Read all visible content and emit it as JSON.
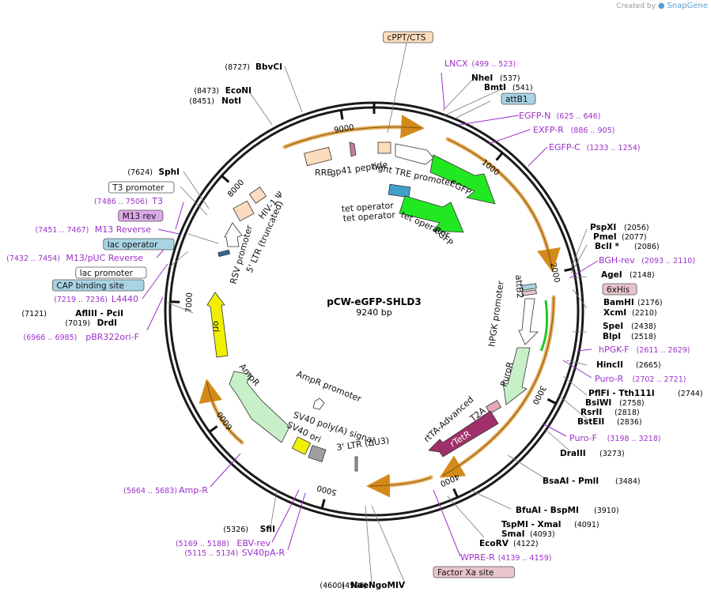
{
  "credit": {
    "prefix": "Created by",
    "brand": "SnapGene"
  },
  "plasmid": {
    "name": "pCW-eGFP-SHLD3",
    "size": "9240 bp"
  },
  "colors": {
    "enzyme": "#000000",
    "primer": "#9b30c8",
    "backbone": "#1a1a1a"
  },
  "ticks": [
    {
      "label": "1000",
      "pos": 1000
    },
    {
      "label": "2000",
      "pos": 2000
    },
    {
      "label": "3000",
      "pos": 3000
    },
    {
      "label": "4000",
      "pos": 4000
    },
    {
      "label": "5000",
      "pos": 5000
    },
    {
      "label": "6000",
      "pos": 6000
    },
    {
      "label": "7000",
      "pos": 7000
    },
    {
      "label": "8000",
      "pos": 8000
    },
    {
      "label": "9000",
      "pos": 9000
    }
  ],
  "right_labels": [
    {
      "kind": "primer",
      "name": "LNCX",
      "range": "(499 .. 523)"
    },
    {
      "kind": "enzyme",
      "name": "NheI",
      "pos": "(537)"
    },
    {
      "kind": "enzyme",
      "name": "BmtI",
      "pos": "(541)"
    },
    {
      "kind": "box",
      "name": "attB1",
      "fill": "#a9d4e4"
    },
    {
      "kind": "primer",
      "name": "EGFP-N",
      "range": "(625 .. 646)"
    },
    {
      "kind": "primer",
      "name": "EXFP-R",
      "range": "(886 .. 905)"
    },
    {
      "kind": "primer",
      "name": "EGFP-C",
      "range": "(1233 .. 1254)"
    },
    {
      "kind": "enzyme",
      "name": "PspXI",
      "pos": "(2056)"
    },
    {
      "kind": "enzyme",
      "name": "PmeI",
      "pos": "(2077)"
    },
    {
      "kind": "enzyme",
      "name": "BclI *",
      "pos": "(2086)"
    },
    {
      "kind": "primer",
      "name": "BGH-rev",
      "range": "(2093 .. 2110)"
    },
    {
      "kind": "enzyme",
      "name": "AgeI",
      "pos": "(2148)"
    },
    {
      "kind": "box",
      "name": "6xHis",
      "fill": "#e8c4cc"
    },
    {
      "kind": "enzyme",
      "name": "BamHI",
      "pos": "(2176)"
    },
    {
      "kind": "enzyme",
      "name": "XcmI",
      "pos": "(2210)"
    },
    {
      "kind": "enzyme",
      "name": "SpeI",
      "pos": "(2438)"
    },
    {
      "kind": "enzyme",
      "name": "BlpI",
      "pos": "(2518)"
    },
    {
      "kind": "primer",
      "name": "hPGK-F",
      "range": "(2611 .. 2629)"
    },
    {
      "kind": "enzyme",
      "name": "HincII",
      "pos": "(2665)"
    },
    {
      "kind": "primer",
      "name": "Puro-R",
      "range": "(2702 .. 2721)"
    },
    {
      "kind": "enzyme",
      "name": "PflFI - Tth111I",
      "pos": "(2744)"
    },
    {
      "kind": "enzyme",
      "name": "BsiWI",
      "pos": "(2758)"
    },
    {
      "kind": "enzyme",
      "name": "RsrII",
      "pos": "(2818)"
    },
    {
      "kind": "enzyme",
      "name": "BstEII",
      "pos": "(2836)"
    },
    {
      "kind": "primer",
      "name": "Puro-F",
      "range": "(3198 .. 3218)"
    },
    {
      "kind": "enzyme",
      "name": "DraIII",
      "pos": "(3273)"
    },
    {
      "kind": "enzyme",
      "name": "BsaAI - PmlI",
      "pos": "(3484)"
    },
    {
      "kind": "enzyme",
      "name": "BfuAI - BspMI",
      "pos": "(3910)"
    },
    {
      "kind": "enzyme",
      "name": "TspMI - XmaI",
      "pos": "(4091)"
    },
    {
      "kind": "enzyme",
      "name": "SmaI",
      "pos": "(4093)"
    },
    {
      "kind": "enzyme",
      "name": "EcoRV",
      "pos": "(4122)"
    },
    {
      "kind": "primer",
      "name": "WPRE-R",
      "range": "(4139 .. 4159)"
    },
    {
      "kind": "box",
      "name": "Factor Xa site",
      "fill": "#e8c4cc"
    }
  ],
  "left_labels": [
    {
      "kind": "box",
      "name": "cPPT/CTS",
      "fill": "#fcdcbc"
    },
    {
      "kind": "enzyme",
      "name": "BbvCI",
      "pos": "(8727)"
    },
    {
      "kind": "enzyme",
      "name": "EcoNI",
      "pos": "(8473)"
    },
    {
      "kind": "enzyme",
      "name": "NotI",
      "pos": "(8451)"
    },
    {
      "kind": "enzyme",
      "name": "SphI",
      "pos": "(7624)"
    },
    {
      "kind": "box",
      "name": "T3 promoter",
      "fill": "#ffffff"
    },
    {
      "kind": "primer",
      "name": "T3",
      "range": "(7486 .. 7506)"
    },
    {
      "kind": "box",
      "name": "M13 rev",
      "fill": "#dca8e8"
    },
    {
      "kind": "primer",
      "name": "M13 Reverse",
      "range": "(7451 .. 7467)"
    },
    {
      "kind": "box",
      "name": "lac operator",
      "fill": "#a9d4e4"
    },
    {
      "kind": "primer",
      "name": "M13/pUC Reverse",
      "range": "(7432 .. 7454)"
    },
    {
      "kind": "box",
      "name": "lac promoter",
      "fill": "#ffffff"
    },
    {
      "kind": "box",
      "name": "CAP binding site",
      "fill": "#a9d4e4"
    },
    {
      "kind": "primer",
      "name": "L4440",
      "range": "(7219 .. 7236)"
    },
    {
      "kind": "enzyme",
      "name": "AflIII - PciI",
      "pos": "(7121)"
    },
    {
      "kind": "enzyme",
      "name": "DrdI",
      "pos": "(7019)"
    },
    {
      "kind": "primer",
      "name": "pBR322ori-F",
      "range": "(6966 .. 6985)"
    },
    {
      "kind": "primer",
      "name": "Amp-R",
      "range": "(5664 .. 5683)"
    },
    {
      "kind": "enzyme",
      "name": "SfiI",
      "pos": "(5326)"
    },
    {
      "kind": "primer",
      "name": "EBV-rev",
      "range": "(5169 .. 5188)"
    },
    {
      "kind": "primer",
      "name": "SV40pA-R",
      "range": "(5115 .. 5134)"
    },
    {
      "kind": "enzyme",
      "name": "NaeI",
      "pos": "(4600)"
    },
    {
      "kind": "enzyme",
      "name": "NgoMIV",
      "pos": "(4598)"
    }
  ],
  "features": [
    {
      "name": "tight TRE promoter",
      "color": "#ffffff"
    },
    {
      "name": "EGFP",
      "color": "#22e822"
    },
    {
      "name": "tet operator",
      "color": "#40a0c8"
    },
    {
      "name": "tet operator",
      "color": "#40a0c8"
    },
    {
      "name": "tet operator",
      "color": "#40a0c8"
    },
    {
      "name": "EGFP",
      "color": "#22e822"
    },
    {
      "name": "attB2",
      "color": "#a9d4e4"
    },
    {
      "name": "hPGK promoter",
      "color": "#ffffff"
    },
    {
      "name": "PuroR",
      "color": "#c8f0c8"
    },
    {
      "name": "T2A",
      "color": "#e8a8b8"
    },
    {
      "name": "rTetR",
      "color": "#a0306a"
    },
    {
      "name": "rtTA-Advanced",
      "color": "#a0306a"
    },
    {
      "name": "3' LTR (ΔU3)",
      "color": "#a0a0a0"
    },
    {
      "name": "SV40 poly(A) signal",
      "color": "#a0a0a0"
    },
    {
      "name": "SV40 ori",
      "color": "#f0f000"
    },
    {
      "name": "AmpR promoter",
      "color": "#ffffff"
    },
    {
      "name": "AmpR",
      "color": "#c8f0c8"
    },
    {
      "name": "ori",
      "color": "#f0f000"
    },
    {
      "name": "RSV promoter",
      "color": "#ffffff"
    },
    {
      "name": "5' LTR (truncated)",
      "color": "#a0a0a0"
    },
    {
      "name": "HIV-1 Ψ",
      "color": "#fcdcbc"
    },
    {
      "name": "RRE",
      "color": "#fcdcbc"
    },
    {
      "name": "gp41 peptide",
      "color": "#c080a0"
    }
  ]
}
